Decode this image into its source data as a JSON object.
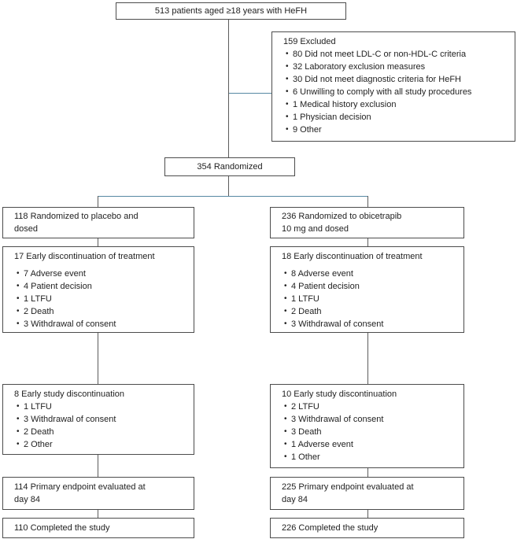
{
  "bullet": "•",
  "colors": {
    "box_border": "#4c4c4c",
    "connector_line": "#5c5c5c",
    "branch_line_accent": "#5688a3",
    "text": "#1f1f1f",
    "background": "#ffffff"
  },
  "flow": {
    "enrollment": {
      "label": "513 patients aged ≥18 years with HeFH"
    },
    "excluded": {
      "title": "159 Excluded",
      "reasons": [
        "80 Did not meet LDL-C or non-HDL-C criteria",
        "32 Laboratory exclusion measures",
        "30 Did not meet diagnostic criteria for HeFH",
        "6 Unwilling to comply with all study procedures",
        "1 Medical history exclusion",
        "1 Physician decision",
        "9 Other"
      ]
    },
    "randomized": {
      "label": "354 Randomized"
    },
    "placebo_arm": {
      "randomized": "118 Randomized to placebo and\ndosed",
      "treatment_discontinuation": {
        "title": "17 Early discontinuation of treatment",
        "reasons": [
          "7 Adverse event",
          "4 Patient decision",
          "1 LTFU",
          "2 Death",
          "3 Withdrawal of consent"
        ]
      },
      "study_discontinuation": {
        "title": "8 Early study discontinuation",
        "reasons": [
          "1 LTFU",
          "3 Withdrawal of consent",
          "2 Death",
          "2 Other"
        ]
      },
      "primary_endpoint": "114 Primary endpoint evaluated at\nday 84",
      "completed": "110 Completed the study"
    },
    "obicetrapib_arm": {
      "randomized": "236 Randomized to obicetrapib\n10 mg and dosed",
      "treatment_discontinuation": {
        "title": "18 Early discontinuation of treatment",
        "reasons": [
          "8 Adverse event",
          "4 Patient decision",
          "1 LTFU",
          "2 Death",
          "3 Withdrawal of consent"
        ]
      },
      "study_discontinuation": {
        "title": "10 Early study discontinuation",
        "reasons": [
          "2 LTFU",
          "3 Withdrawal of consent",
          "3 Death",
          "1 Adverse event",
          "1 Other"
        ]
      },
      "primary_endpoint": "225 Primary endpoint evaluated at\nday 84",
      "completed": "226 Completed the study"
    }
  }
}
